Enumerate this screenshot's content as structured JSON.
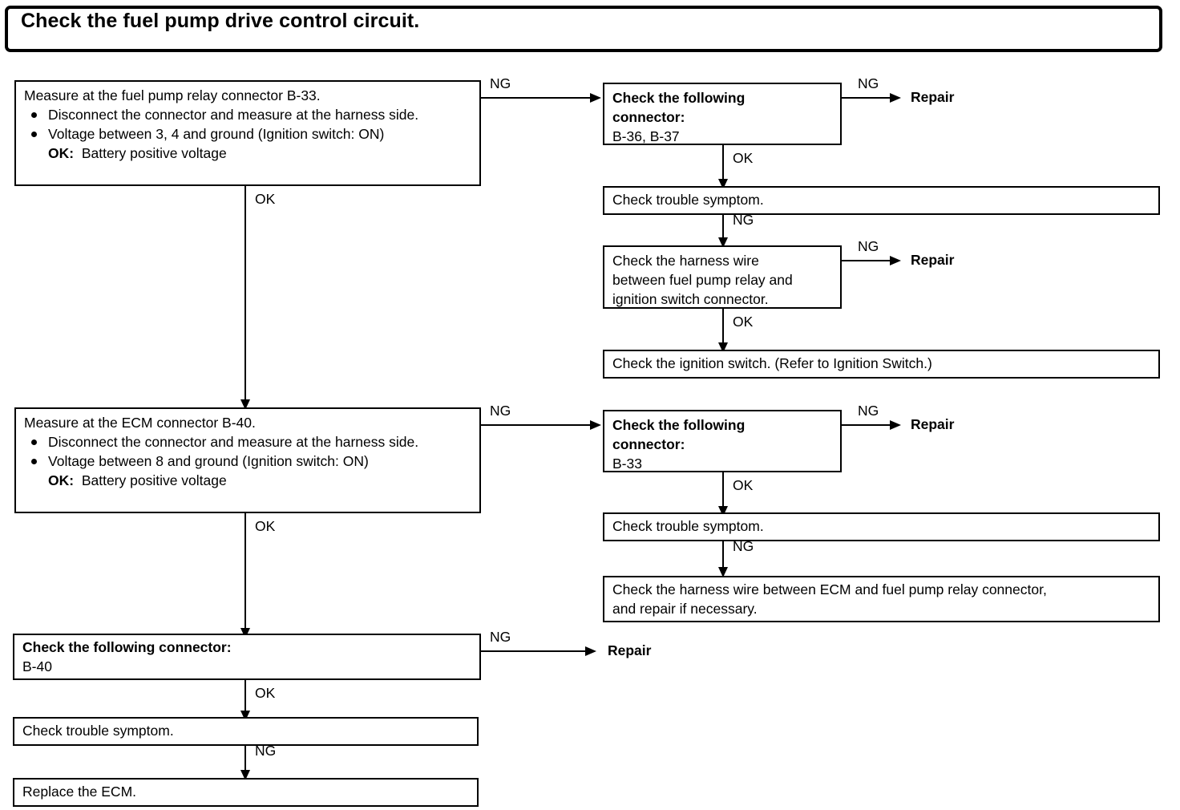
{
  "header": {
    "title": "Check the fuel pump drive control circuit."
  },
  "edge_labels": {
    "ng": "NG",
    "ok": "OK"
  },
  "terminals": {
    "repair": "Repair"
  },
  "boxes": {
    "measure_relay": {
      "title": "Measure at the fuel pump relay connector B-33.",
      "bullet1": "Disconnect the connector and measure at the harness side.",
      "bullet2": "Voltage between 3, 4 and ground (Ignition switch: ON)",
      "ok_label": "OK:",
      "ok_value": "Battery positive voltage"
    },
    "check_connector_b36_b37": {
      "line1": "Check the following",
      "line2": "connector:",
      "line3": "B-36, B-37"
    },
    "check_trouble_symptom_1": {
      "text": "Check trouble symptom."
    },
    "check_harness_relay_ignition": {
      "line1": "Check   the   harness   wire",
      "line2": "between fuel pump relay and",
      "line3": "ignition switch connector."
    },
    "check_ignition_switch": {
      "text": "Check the ignition switch. (Refer to Ignition Switch.)"
    },
    "measure_ecm": {
      "title": "Measure at the ECM connector B-40.",
      "bullet1": "Disconnect the connector and measure at the harness side.",
      "bullet2": "Voltage between 8 and ground (Ignition switch: ON)",
      "ok_label": "OK:",
      "ok_value": "Battery positive voltage"
    },
    "check_connector_b33": {
      "line1": "Check the following",
      "line2": "connector:",
      "line3": "B-33"
    },
    "check_trouble_symptom_2": {
      "text": "Check trouble symptom."
    },
    "check_harness_ecm_relay": {
      "line1": "Check the harness wire between ECM and fuel pump relay connector,",
      "line2": "and  repair  if  necessary."
    },
    "check_connector_b40": {
      "line1": "Check the following connector:",
      "line2": "B-40"
    },
    "check_trouble_symptom_3": {
      "text": "Check trouble symptom."
    },
    "replace_ecm": {
      "text": "Replace the ECM."
    }
  },
  "colors": {
    "ink": "#000000",
    "paper": "#ffffff"
  }
}
